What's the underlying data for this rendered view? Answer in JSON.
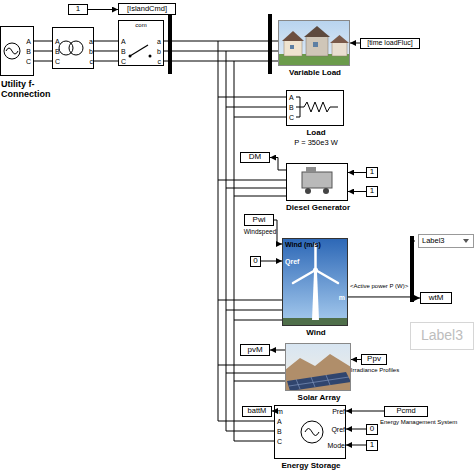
{
  "diagram": {
    "nodes": [
      {
        "text": [
          "1"
        ]
      },
      {
        "text": [
          "[IslandCmd]"
        ]
      },
      {
        "text": [
          "A",
          "B",
          "C",
          "Utility f-Connection"
        ]
      },
      {
        "text": [
          "A",
          "B",
          "C",
          "a",
          "b",
          "c"
        ]
      },
      {
        "text": [
          "com",
          "A",
          "B",
          "C",
          "a",
          "b",
          "c"
        ]
      },
      {
        "text": [
          "Variable Load"
        ]
      },
      {
        "text": [
          "[time loadFluc]"
        ]
      },
      {
        "text": [
          "A",
          "B",
          "C",
          "Load",
          "P = 350e3 W"
        ]
      },
      {
        "text": [
          "DM"
        ]
      },
      {
        "text": [
          "Diesel Generator"
        ]
      },
      {
        "text": [
          "1"
        ]
      },
      {
        "text": [
          "1"
        ]
      },
      {
        "text": [
          "Pwi",
          "Windspeed"
        ]
      },
      {
        "text": [
          "0"
        ]
      },
      {
        "text": [
          "Wind (m/s)",
          "Qref",
          "m",
          "Wind"
        ]
      },
      {
        "text": [
          "Label3"
        ]
      },
      {
        "text": [
          "wtM"
        ]
      },
      {
        "text": [
          "Label3"
        ]
      },
      {
        "text": [
          "pvM"
        ]
      },
      {
        "text": [
          "Solar Array"
        ]
      },
      {
        "text": [
          "Ppv",
          "Irradiance Profiles"
        ]
      },
      {
        "text": [
          "battM"
        ]
      },
      {
        "text": [
          "m",
          "A",
          "B",
          "C",
          "Pref",
          "Qref",
          "Mode",
          "Energy Storage"
        ]
      },
      {
        "text": [
          "Pcmd",
          "Energy Management System"
        ]
      },
      {
        "text": [
          "0"
        ]
      },
      {
        "text": [
          "1"
        ]
      }
    ],
    "edges": [
      {
        "from": 0,
        "to": 1,
        "arrow": "to"
      },
      {
        "from": 2,
        "to": 3,
        "arrow": "none"
      },
      {
        "from": 3,
        "to": 4,
        "arrow": "none"
      },
      {
        "from": 6,
        "to": 5,
        "arrow": "to"
      },
      {
        "from": 9,
        "to": 8,
        "arrow": "to"
      },
      {
        "from": 10,
        "to": 9,
        "arrow": "to"
      },
      {
        "from": 11,
        "to": 9,
        "arrow": "to"
      },
      {
        "from": 12,
        "to": 14,
        "arrow": "to"
      },
      {
        "from": 13,
        "to": 14,
        "arrow": "to"
      },
      {
        "from": 14,
        "to": 16,
        "label": "<Active power P (W)>",
        "arrow": "to"
      },
      {
        "from": 19,
        "to": 18,
        "arrow": "to"
      },
      {
        "from": 20,
        "to": 19,
        "arrow": "to"
      },
      {
        "from": 22,
        "to": 21,
        "arrow": "to"
      },
      {
        "from": 23,
        "to": 22,
        "arrow": "to"
      },
      {
        "from": 24,
        "to": 22,
        "arrow": "to"
      },
      {
        "from": 25,
        "to": 22,
        "arrow": "to"
      }
    ]
  }
}
